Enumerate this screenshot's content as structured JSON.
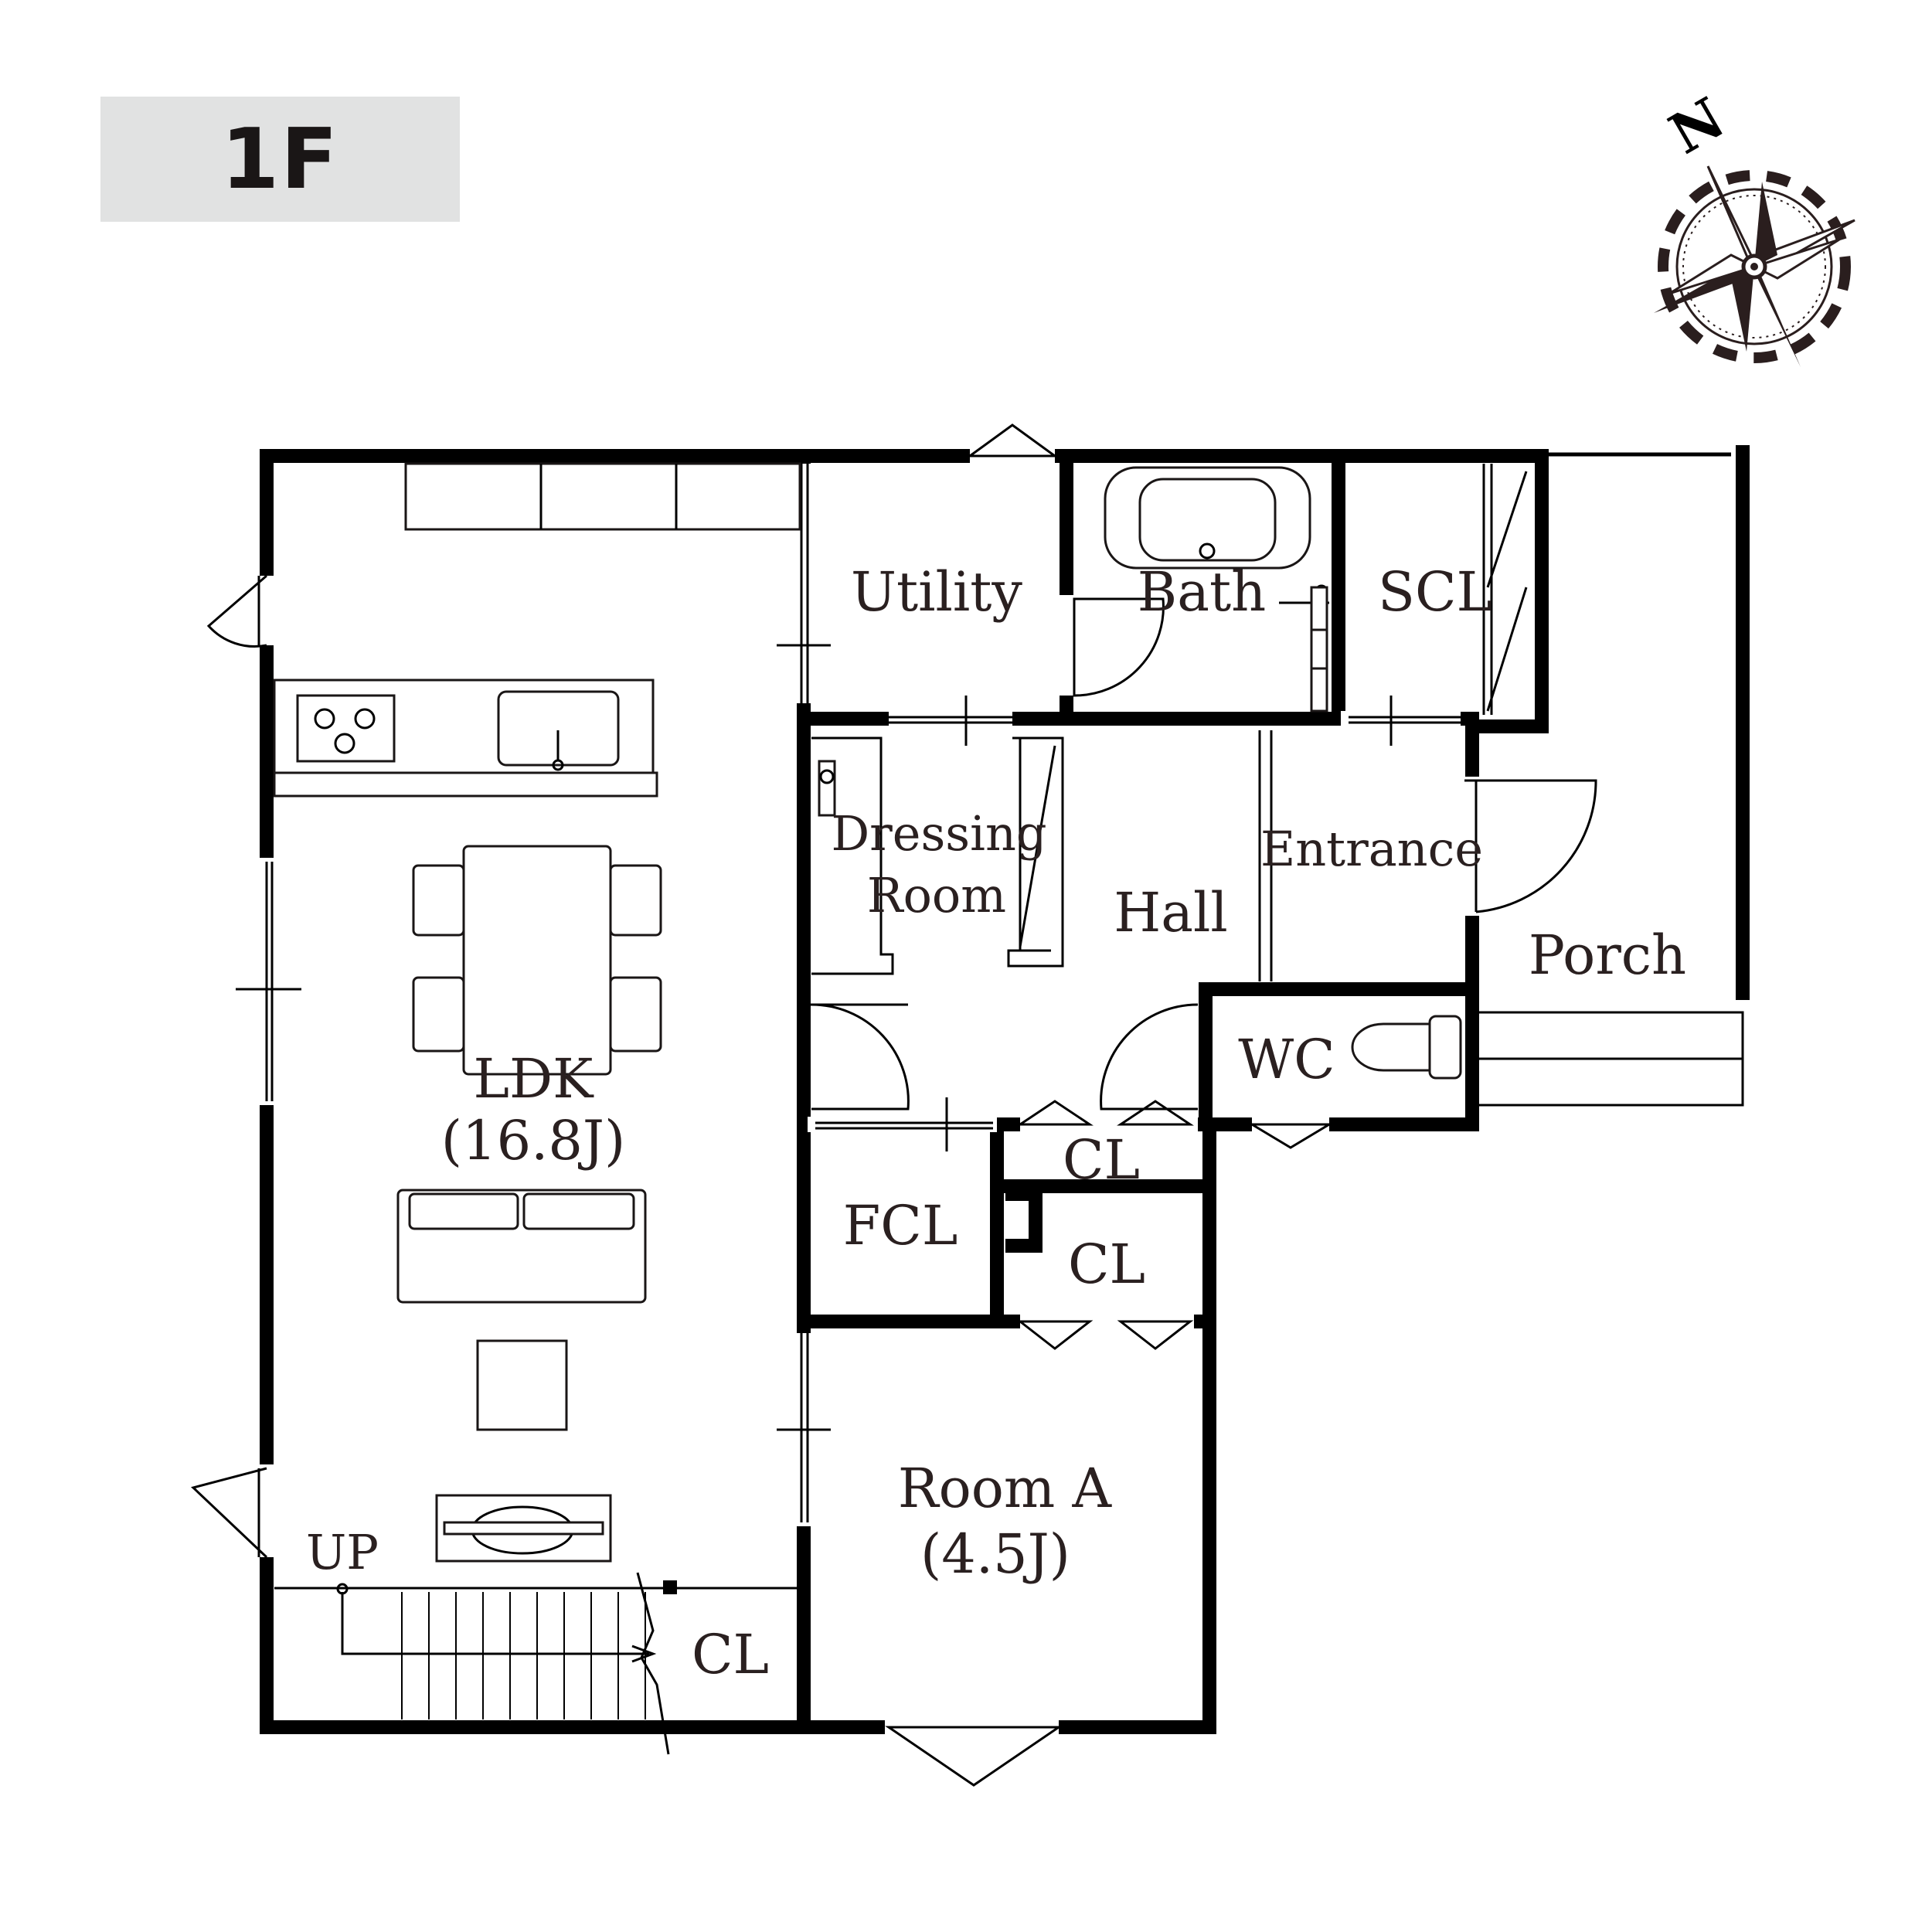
{
  "floor_label": "1F",
  "compass": {
    "label": "N",
    "icon": "compass-rose-icon"
  },
  "rooms": {
    "utility": "Utility",
    "bath": "Bath",
    "scl": "SCL",
    "dressing_line1": "Dressing",
    "dressing_line2": "Room",
    "hall": "Hall",
    "entrance": "Entrance",
    "porch": "Porch",
    "wc": "WC",
    "ldk_line1": "LDK",
    "ldk_line2": "(16.8J)",
    "cl_upper": "CL",
    "fcl": "FCL",
    "cl_lower": "CL",
    "room_a_line1": "Room A",
    "room_a_line2": "(4.5J)",
    "stair_cl": "CL",
    "stair_up": "UP"
  }
}
